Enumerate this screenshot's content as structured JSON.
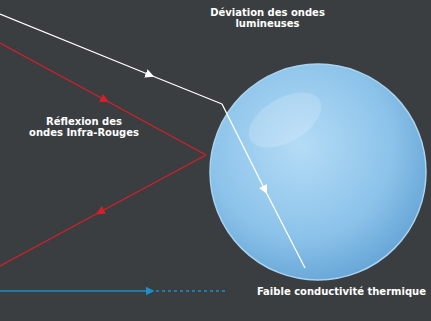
{
  "diagram": {
    "labels": [
      "Déviation des ondes lumineuses",
      "Réflexion des ondes Infra-Rouges",
      "Faible conductivité thermique"
    ]
  }
}
